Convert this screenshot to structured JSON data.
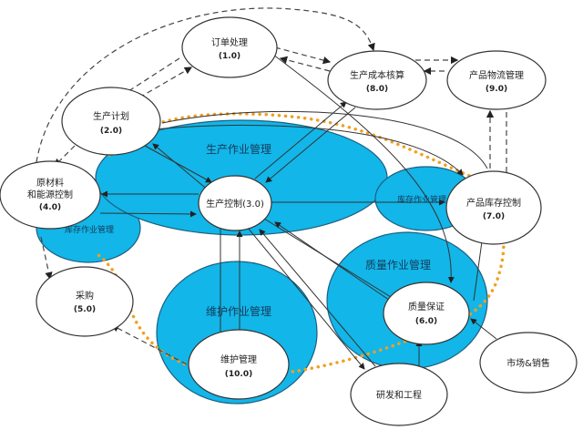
{
  "zones": {
    "production_ops": "生产作业管理",
    "inventory_ops_left": "库存作业管理",
    "inventory_ops_right": "库存作业管理",
    "quality_ops": "质量作业管理",
    "maintenance_ops": "维护作业管理"
  },
  "nodes": {
    "order": {
      "label": "订单处理",
      "num": "(1.0)"
    },
    "planning": {
      "label": "生产计划",
      "num": "(2.0)"
    },
    "control": {
      "label": "生产控制(3.0)"
    },
    "material_l1": "原材料",
    "material_l2": "和能源控制",
    "material_num": "(4.0)",
    "purchase": {
      "label": "采购",
      "num": "(5.0)"
    },
    "quality": {
      "label": "质量保证",
      "num": "(6.0)"
    },
    "inventory": {
      "label": "产品库存控制",
      "num": "(7.0)"
    },
    "cost": {
      "label": "生产成本核算",
      "num": "(8.0)"
    },
    "logistics": {
      "label": "产品物流管理",
      "num": "(9.0)"
    },
    "maintenance": {
      "label": "维护管理",
      "num": "(10.0)"
    },
    "rd": {
      "label": "研发和工程"
    },
    "market": {
      "label": "市场&销售"
    }
  },
  "colors": {
    "zone": "#12b6e8",
    "boundary": "#f0a020"
  }
}
